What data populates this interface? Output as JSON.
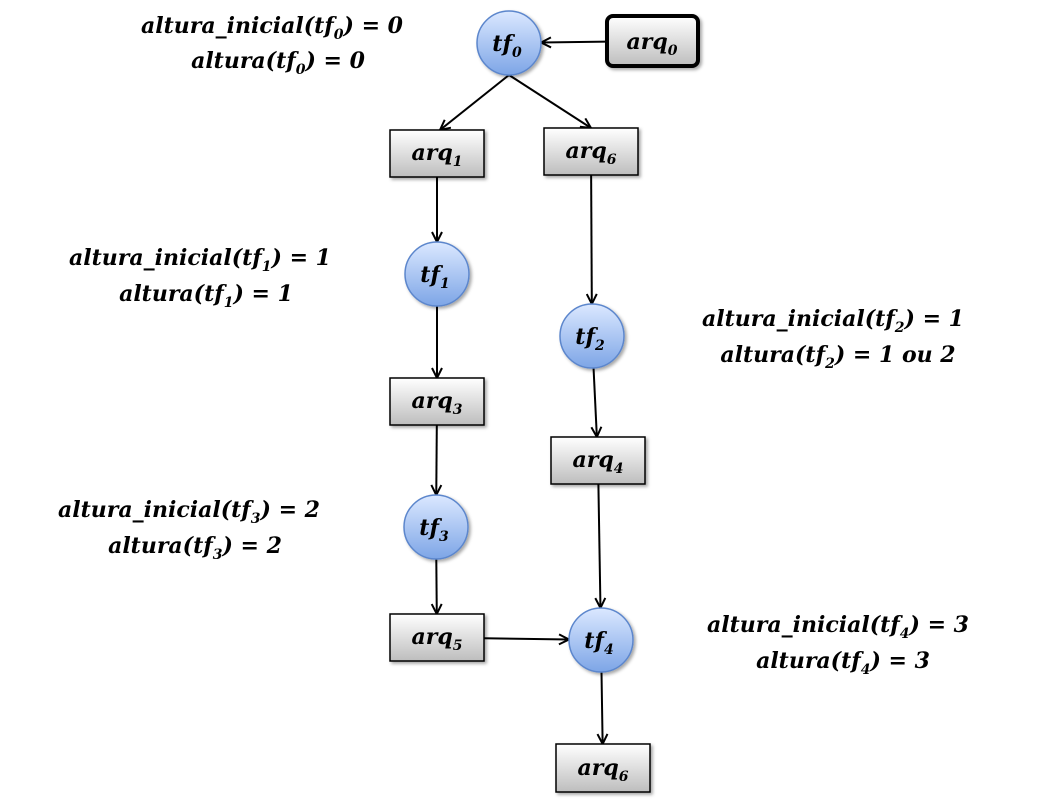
{
  "colors": {
    "circle_fill_top": "#dbe8ff",
    "circle_fill_bottom": "#7da5e6",
    "circle_stroke": "#5b86cc",
    "box_fill_top": "#ffffff",
    "box_fill_bottom": "#bdbdbd",
    "stroke": "#000000"
  },
  "nodes": {
    "tf0": {
      "base": "tf",
      "sub": "0"
    },
    "tf1": {
      "base": "tf",
      "sub": "1"
    },
    "tf2": {
      "base": "tf",
      "sub": "2"
    },
    "tf3": {
      "base": "tf",
      "sub": "3"
    },
    "tf4": {
      "base": "tf",
      "sub": "4"
    },
    "arq0": {
      "base": "arq",
      "sub": "0"
    },
    "arq1": {
      "base": "arq",
      "sub": "1"
    },
    "arq6a": {
      "base": "arq",
      "sub": "6"
    },
    "arq3": {
      "base": "arq",
      "sub": "3"
    },
    "arq4": {
      "base": "arq",
      "sub": "4"
    },
    "arq5": {
      "base": "arq",
      "sub": "5"
    },
    "arq6b": {
      "base": "arq",
      "sub": "6"
    }
  },
  "labels": {
    "tf0": {
      "l1_pre": "altura_inicial(tf",
      "l1_sub": "0",
      "l1_post": ") = 0",
      "l2_pre": "altura(tf",
      "l2_sub": "0",
      "l2_post": ") = 0"
    },
    "tf1": {
      "l1_pre": "altura_inicial(tf",
      "l1_sub": "1",
      "l1_post": ") = 1",
      "l2_pre": "altura(tf",
      "l2_sub": "1",
      "l2_post": ") = 1"
    },
    "tf2": {
      "l1_pre": "altura_inicial(tf",
      "l1_sub": "2",
      "l1_post": ") = 1",
      "l2_pre": "altura(tf",
      "l2_sub": "2",
      "l2_post": ") = 1 ou 2"
    },
    "tf3": {
      "l1_pre": "altura_inicial(tf",
      "l1_sub": "3",
      "l1_post": ") = 2",
      "l2_pre": "altura(tf",
      "l2_sub": "3",
      "l2_post": ") = 2"
    },
    "tf4": {
      "l1_pre": "altura_inicial(tf",
      "l1_sub": "4",
      "l1_post": ") = 3",
      "l2_pre": "altura(tf",
      "l2_sub": "4",
      "l2_post": ") = 3"
    }
  },
  "edges": [
    {
      "from": "arq0",
      "to": "tf0"
    },
    {
      "from": "tf0",
      "to": "arq1"
    },
    {
      "from": "tf0",
      "to": "arq6a"
    },
    {
      "from": "arq1",
      "to": "tf1"
    },
    {
      "from": "tf1",
      "to": "arq3"
    },
    {
      "from": "arq3",
      "to": "tf3"
    },
    {
      "from": "tf3",
      "to": "arq5"
    },
    {
      "from": "arq5",
      "to": "tf4"
    },
    {
      "from": "arq6a",
      "to": "tf2"
    },
    {
      "from": "tf2",
      "to": "arq4"
    },
    {
      "from": "arq4",
      "to": "tf4"
    },
    {
      "from": "tf4",
      "to": "arq6b"
    }
  ]
}
